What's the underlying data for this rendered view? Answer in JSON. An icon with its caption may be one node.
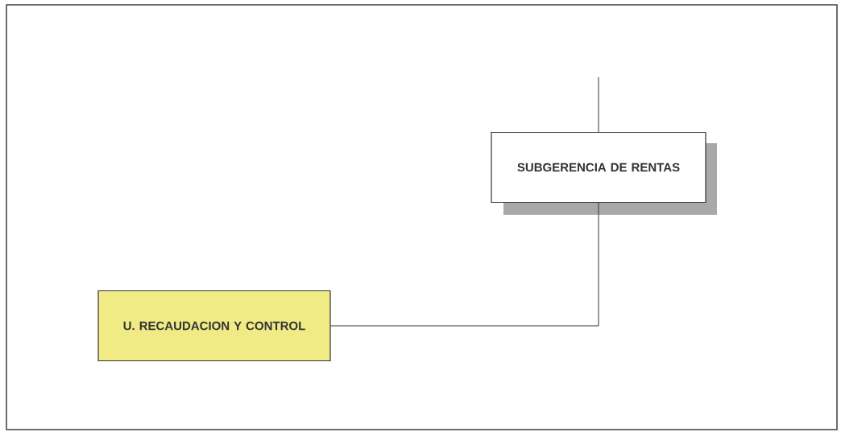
{
  "diagram": {
    "nodes": [
      {
        "text": [
          "SUBGERENCIA DE RENTAS"
        ]
      },
      {
        "text": [
          "U. RECAUDACION Y CONTROL"
        ]
      }
    ],
    "edges": [
      {
        "from": null,
        "to": 0,
        "arrow": "none"
      },
      {
        "from": 0,
        "to": 1,
        "arrow": "none"
      }
    ]
  }
}
